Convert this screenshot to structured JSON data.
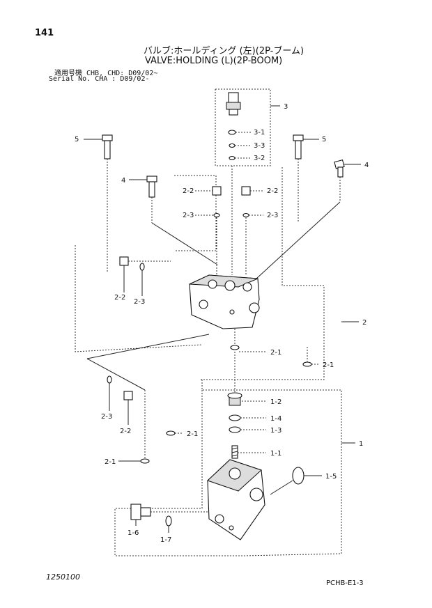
{
  "header": {
    "page_number": "141",
    "title_jp": "バルブ:ホールディング (左)(2P-ブーム)",
    "title_en": "VALVE:HOLDING (L)(2P-BOOM)",
    "serial_line_1": "適用号機 CHB, CHD: D09/02~",
    "serial_line_2": "Serial No. CHA    : D09/02-"
  },
  "footer": {
    "drawing_number": "1250100",
    "code": "PCHB-E1-3"
  },
  "callouts": {
    "c3": "3",
    "c3_1": "3-1",
    "c3_3": "3-3",
    "c3_2": "3-2",
    "c5_left": "5",
    "c5_right": "5",
    "c4_left": "4",
    "c4_right": "4",
    "c2_2_tl": "2-2",
    "c2_2_tr": "2-2",
    "c2_3_tl": "2-3",
    "c2_3_tr": "2-3",
    "c2_2_ml": "2-2",
    "c2_3_ml": "2-3",
    "c2": "2",
    "c2_1_a": "2-1",
    "c2_1_b": "2-1",
    "c2_3_bl": "2-3",
    "c2_2_bl": "2-2",
    "c2_1_c": "2-1",
    "c2_1_d": "2-1",
    "c1": "1",
    "c1_2": "1-2",
    "c1_4": "1-4",
    "c1_3": "1-3",
    "c1_1": "1-1",
    "c1_5": "1-5",
    "c1_6": "1-6",
    "c1_7": "1-7"
  }
}
